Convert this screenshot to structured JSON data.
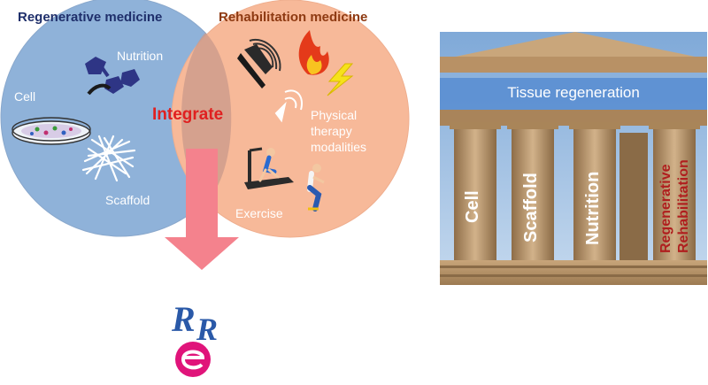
{
  "diagram": {
    "regen_title": "Regenerative medicine",
    "rehab_title": "Rehabilitation medicine",
    "integrate": "Integrate",
    "cell": "Cell",
    "nutrition": "Nutrition",
    "scaffold": "Scaffold",
    "physical_therapy": "Physical therapy modalities",
    "exercise": "Exercise"
  },
  "temple": {
    "banner": "Tissue regeneration",
    "pillars": [
      "Cell",
      "Scaffold",
      "Nutrition",
      "Regenerative",
      "Rehabilitation"
    ]
  },
  "colors": {
    "regen_circle": "#8fb2d9",
    "rehab_circle": "#f7b999",
    "regen_title": "#1f2f6b",
    "rehab_title": "#8e3a12",
    "integrate": "#e02020",
    "arrow": "#f4828d",
    "pillar_white": "#ffffff",
    "pillar_red": "#b01e1e",
    "logo_blue": "#2a59a8",
    "logo_magenta": "#e0147a"
  },
  "icons": [
    "petri-dish-icon",
    "protein-molecule-icon",
    "scaffold-fibers-icon",
    "ultrasound-probe-icon",
    "fire-icon",
    "lightning-icon",
    "wireless-wave-icon",
    "treadmill-runner-icon",
    "squat-exerciser-icon",
    "rr-logo-icon"
  ]
}
